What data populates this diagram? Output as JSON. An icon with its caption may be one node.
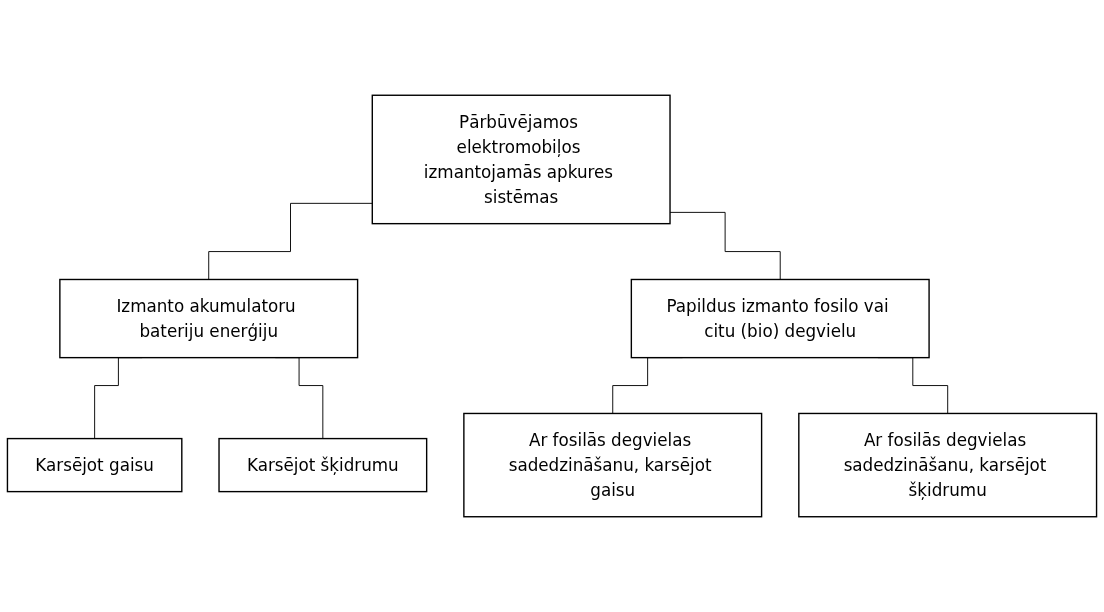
{
  "diagram": {
    "nodes": [
      {
        "text": [
          "Pārbūvējamos elektromobiļos izmantojamās apkures sistēmas"
        ]
      },
      {
        "text": [
          "Izmanto akumulatoru bateriju enerģiju"
        ]
      },
      {
        "text": [
          "Papildus izmanto fosilo vai citu (bio) degvielu"
        ]
      },
      {
        "text": [
          "Karsējot gaisu"
        ]
      },
      {
        "text": [
          "Karsējot šķidrumu"
        ]
      },
      {
        "text": [
          "Ar fosilās degvielas sadedzināšanu, karsējot gaisu"
        ]
      },
      {
        "text": [
          "Ar fosilās degvielas sadedzināšanu, karsējot šķidrumu"
        ]
      }
    ],
    "edges": [
      {
        "from": 0,
        "to": 1,
        "arrow": "none"
      },
      {
        "from": 0,
        "to": 2,
        "arrow": "none"
      },
      {
        "from": 1,
        "to": 3,
        "arrow": "none"
      },
      {
        "from": 1,
        "to": 4,
        "arrow": "none"
      },
      {
        "from": 2,
        "to": 5,
        "arrow": "none"
      },
      {
        "from": 2,
        "to": 6,
        "arrow": "none"
      }
    ]
  }
}
